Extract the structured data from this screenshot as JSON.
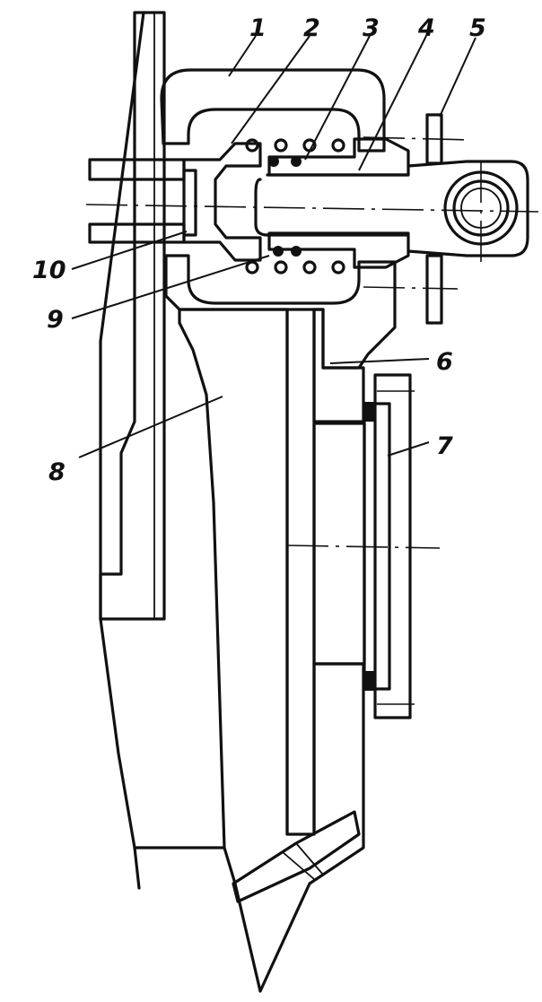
{
  "diagram": {
    "callouts": [
      {
        "id": "1",
        "text": "1"
      },
      {
        "id": "2",
        "text": "2"
      },
      {
        "id": "3",
        "text": "3"
      },
      {
        "id": "4",
        "text": "4"
      },
      {
        "id": "5",
        "text": "5"
      },
      {
        "id": "6",
        "text": "6"
      },
      {
        "id": "7",
        "text": "7"
      },
      {
        "id": "8",
        "text": "8"
      },
      {
        "id": "9",
        "text": "9"
      },
      {
        "id": "10",
        "text": "10"
      }
    ],
    "colors": {
      "ink": "#111111",
      "paper": "#ffffff"
    }
  }
}
